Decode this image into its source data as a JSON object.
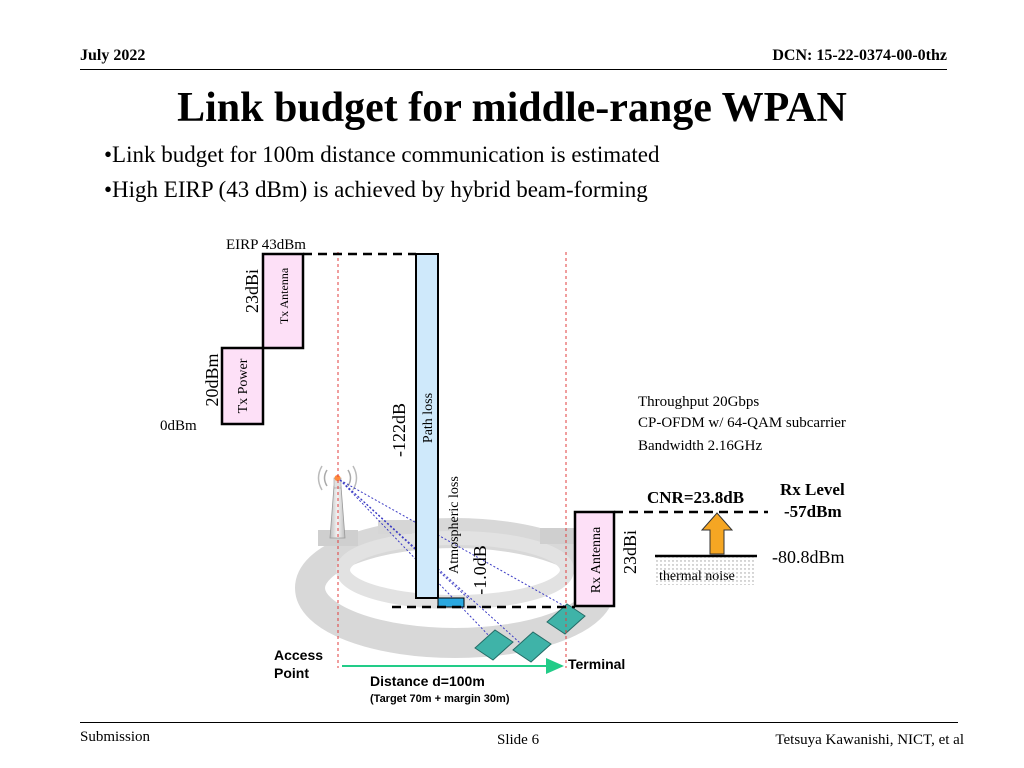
{
  "header": {
    "left": "July 2022",
    "right": "DCN: 15-22-0374-00-0thz"
  },
  "title": "Link budget for middle-range WPAN",
  "bullets": [
    "•Link budget for 100m distance communication is estimated",
    "•High EIRP (43 dBm) is achieved by hybrid beam-forming"
  ],
  "diagram": {
    "eirp": "EIRP 43dBm",
    "tx_antenna_gain": "23dBi",
    "tx_antenna": "Tx Antenna",
    "tx_power_level": "20dBm",
    "tx_power": "Tx Power",
    "zero_level": "0dBm",
    "path_loss_value": "-122dB",
    "path_loss": "Path loss",
    "atmospheric_loss": "Atmospheric loss",
    "atmospheric_loss_value": "-1.0dB",
    "rx_antenna": "Rx Antenna",
    "rx_antenna_gain": "23dBi",
    "throughput": "Throughput 20Gbps",
    "modulation": "CP-OFDM w/ 64-QAM subcarrier",
    "bandwidth": "Bandwidth  2.16GHz",
    "cnr": "CNR=23.8dB",
    "rx_level_title": "Rx Level",
    "rx_level_value": "-57dBm",
    "noise_level": "-80.8dBm",
    "thermal_noise": "thermal noise",
    "access_point_1": "Access",
    "access_point_2": "Point",
    "terminal": "Terminal",
    "distance": "Distance d=100m",
    "distance_note": "(Target  70m + margin 30m)",
    "colors": {
      "tx_block": "#fde0f7",
      "path_loss": "#cfe9fb",
      "atmospheric": "#2aa8e0",
      "arrow": "#f5a623",
      "distance_arrow": "#22cc88",
      "marker_line": "#e03c3c"
    }
  },
  "footer": {
    "left": "Submission",
    "center": "Slide 6",
    "right": "Tetsuya Kawanishi, NICT, et al"
  }
}
